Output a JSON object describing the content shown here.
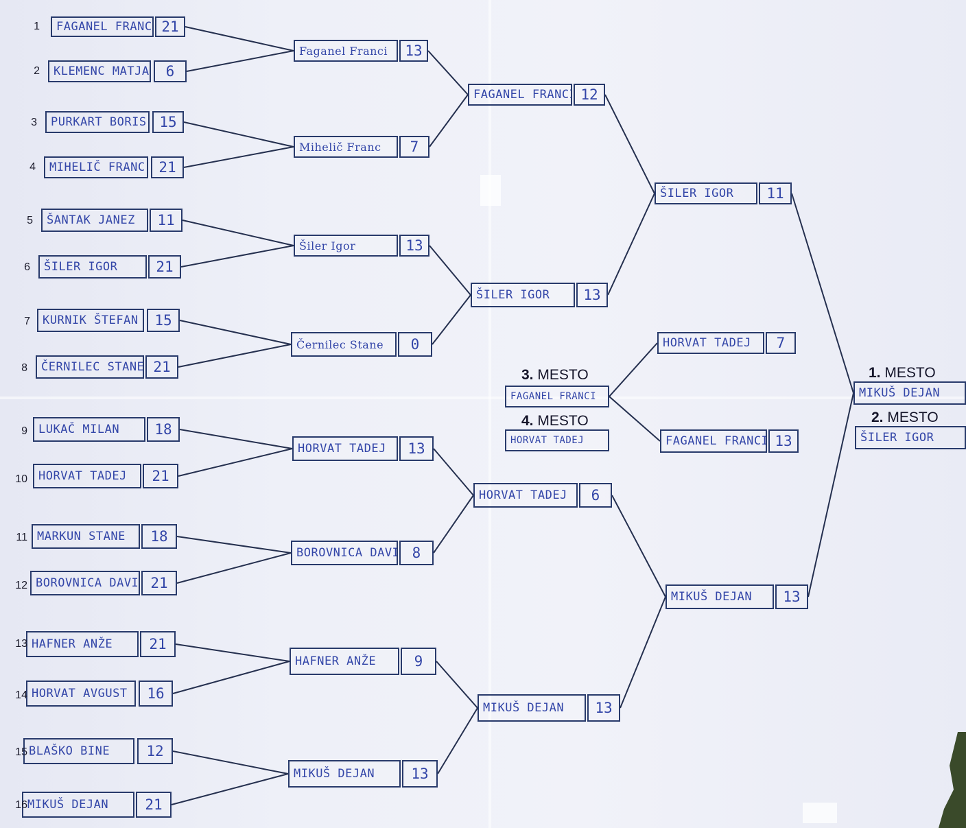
{
  "bracket": {
    "round1": [
      {
        "seed": "1",
        "name": "FAGANEL FRANCI",
        "score": "21"
      },
      {
        "seed": "2",
        "name": "KLEMENC MATJAŽ",
        "score": "6"
      },
      {
        "seed": "3",
        "name": "PURKART BORIS",
        "score": "15"
      },
      {
        "seed": "4",
        "name": "MIHELIČ FRANC",
        "score": "21"
      },
      {
        "seed": "5",
        "name": "ŠANTAK JANEZ",
        "score": "11"
      },
      {
        "seed": "6",
        "name": "ŠILER IGOR",
        "score": "21"
      },
      {
        "seed": "7",
        "name": "KURNIK ŠTEFAN",
        "score": "15"
      },
      {
        "seed": "8",
        "name": "ČERNILEC STANE",
        "score": "21"
      },
      {
        "seed": "9",
        "name": "LUKAČ MILAN",
        "score": "18"
      },
      {
        "seed": "10",
        "name": "HORVAT TADEJ",
        "score": "21"
      },
      {
        "seed": "11",
        "name": "MARKUN STANE",
        "score": "18"
      },
      {
        "seed": "12",
        "name": "BOROVNICA DAVID",
        "score": "21"
      },
      {
        "seed": "13",
        "name": "HAFNER ANŽE",
        "score": "21"
      },
      {
        "seed": "14",
        "name": "HORVAT AVGUST",
        "score": "16"
      },
      {
        "seed": "15",
        "name": "BLAŠKO BINE",
        "score": "12"
      },
      {
        "seed": "16",
        "name": "MIKUŠ DEJAN",
        "score": "21"
      }
    ],
    "round2": [
      {
        "name": "Faganel Franci",
        "score": "13"
      },
      {
        "name": "Mihelič Franc",
        "score": "7"
      },
      {
        "name": "Šiler Igor",
        "score": "13"
      },
      {
        "name": "Černilec Stane",
        "score": "0"
      },
      {
        "name": "HORVAT TADEJ",
        "score": "13"
      },
      {
        "name": "BOROVNICA DAVID",
        "score": "8"
      },
      {
        "name": "HAFNER ANŽE",
        "score": "9"
      },
      {
        "name": "MIKUŠ DEJAN",
        "score": "13"
      }
    ],
    "round3": [
      {
        "name": "FAGANEL FRANCI",
        "score": "12"
      },
      {
        "name": "ŠILER IGOR",
        "score": "13"
      },
      {
        "name": "HORVAT TADEJ",
        "score": "6"
      },
      {
        "name": "MIKUŠ DEJAN",
        "score": "13"
      }
    ],
    "semis": [
      {
        "name": "ŠILER IGOR",
        "score": "11"
      },
      {
        "name": "MIKUŠ DEJAN",
        "score": "13"
      }
    ],
    "third_place_match": [
      {
        "name": "HORVAT TADEJ",
        "score": "7"
      },
      {
        "name": "FAGANEL FRANCI",
        "score": "13"
      }
    ],
    "results": {
      "first": {
        "num": "1.",
        "label": "MESTO",
        "name": "MIKUŠ DEJAN"
      },
      "second": {
        "num": "2.",
        "label": "MESTO",
        "name": "ŠILER IGOR"
      },
      "third": {
        "num": "3.",
        "label": "MESTO",
        "name": "FAGANEL FRANCI"
      },
      "fourth": {
        "num": "4.",
        "label": "MESTO",
        "name": "HORVAT TADEJ"
      }
    }
  }
}
